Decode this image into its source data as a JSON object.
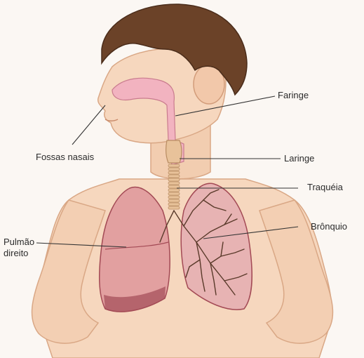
{
  "labels": {
    "faringe": "Faringe",
    "fossas_nasais": "Fossas nasais",
    "laringe": "Laringe",
    "traqueia": "Traquéia",
    "bronquio": "Brônquio",
    "pulmao_line1": "Pulmão",
    "pulmao_line2": "direito"
  },
  "colors": {
    "skin": "#f6d7be",
    "skin_shadow": "#e9b898",
    "hair": "#6b4228",
    "lung": "#e2a0a0",
    "lung_dark": "#a34a55",
    "airway": "#f2b3c0",
    "trachea": "#e8c29a",
    "bronchi": "#5a3a2a",
    "leader_line": "#333333"
  }
}
